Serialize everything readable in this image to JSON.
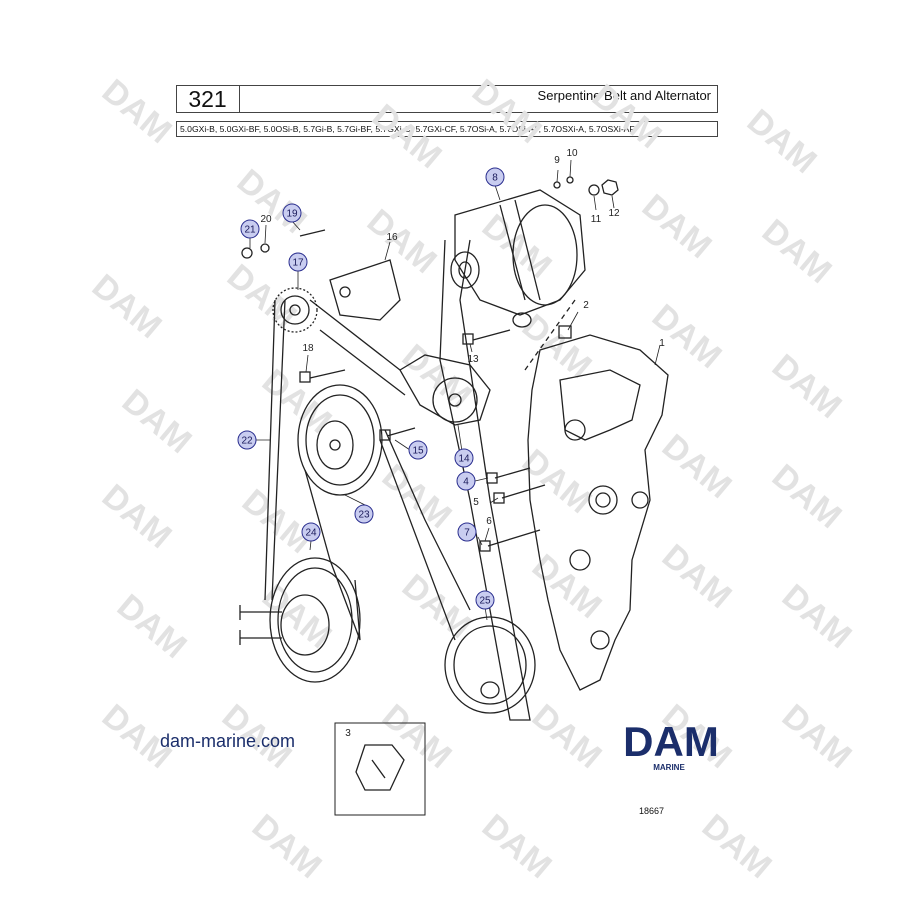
{
  "header": {
    "page_number": "321",
    "title": "Serpentine Belt and Alternator",
    "models": "5.0GXi-B, 5.0GXi-BF, 5.0OSi-B, 5.7Gi-B, 5.7Gi-BF, 5.7GXi-C, 5.7GXi-CF, 5.7OSi-A, 5.7OSi-AF, 5.7OSXi-A, 5.7OSXi-AF"
  },
  "callouts": {
    "circled": [
      "8",
      "19",
      "21",
      "17",
      "22",
      "15",
      "14",
      "23",
      "4",
      "7",
      "24",
      "25"
    ],
    "plain": [
      "9",
      "10",
      "11",
      "12",
      "20",
      "16",
      "2",
      "1",
      "18",
      "13",
      "5",
      "6",
      "3"
    ]
  },
  "footer": {
    "website": "dam-marine.com",
    "logo_text": "DAM",
    "logo_subtext": "MARINE",
    "drawing_number": "18667",
    "watermark": "DAM"
  },
  "colors": {
    "brand_blue": "#1b2e6b",
    "callout_fill": "#c9cdf0",
    "callout_stroke": "#2b2f8f",
    "line": "#222222",
    "watermark": "#e4e4e4"
  }
}
